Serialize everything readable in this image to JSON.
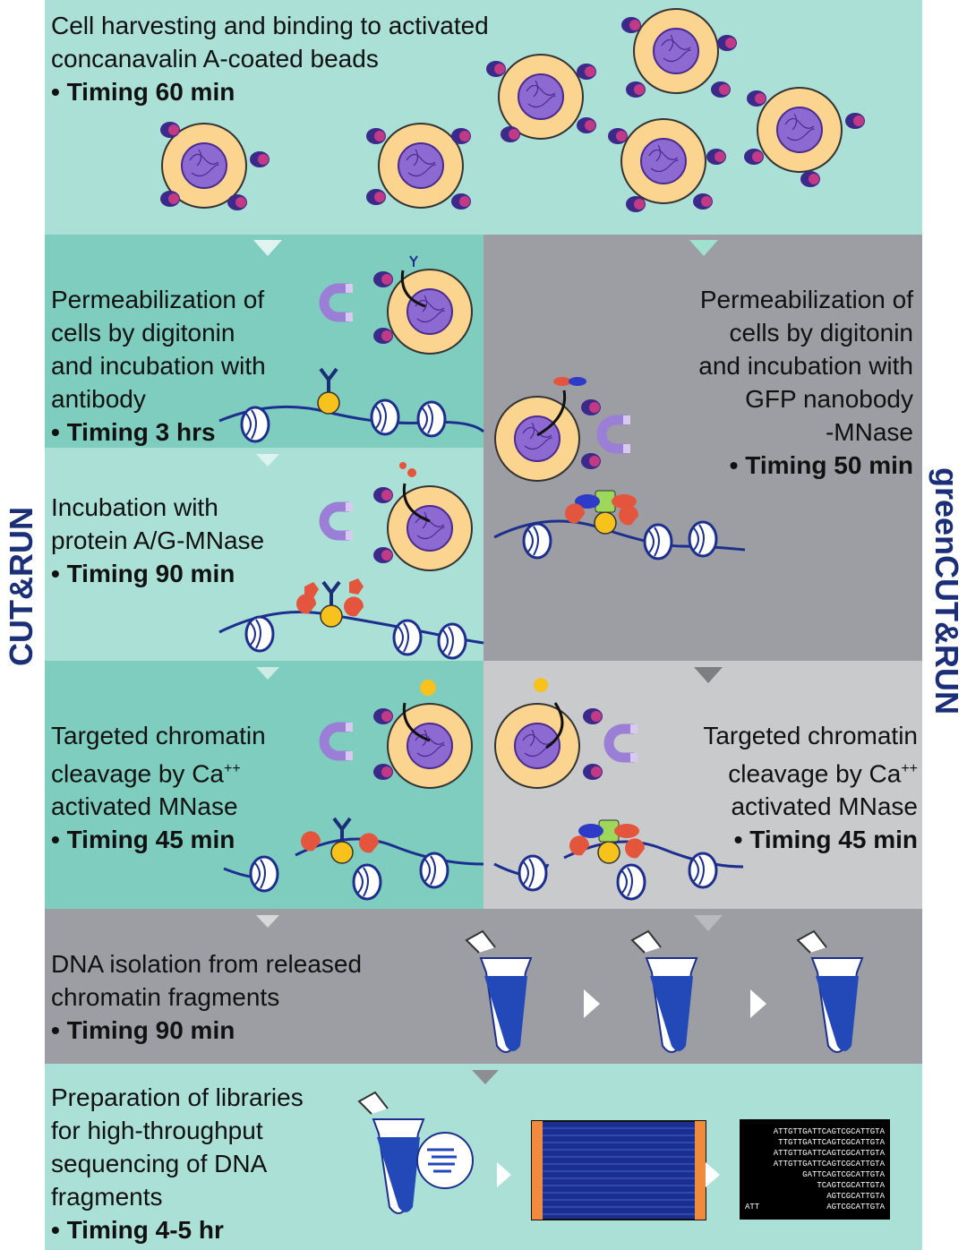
{
  "panels": {
    "step1": {
      "lines": [
        "Cell harvesting and binding to activated",
        "concanavalin A-coated beads"
      ],
      "timing": "• Timing 60 min"
    },
    "cr_step2": {
      "lines": [
        "Permeabilization of",
        "cells by digitonin",
        "and incubation with",
        "antibody"
      ],
      "timing": "• Timing 3 hrs"
    },
    "cr_step3": {
      "lines": [
        "Incubation with",
        "protein A/G-MNase"
      ],
      "timing": "• Timing 90 min"
    },
    "cr_step4": {
      "lines": [
        "Targeted chromatin",
        "cleavage by Ca",
        "activated MNase"
      ],
      "sup": "++",
      "timing": "• Timing 45 min"
    },
    "gcr_step2": {
      "lines": [
        "Permeabilization of",
        "cells by digitonin",
        "and incubation with",
        "GFP nanobody",
        "-MNase"
      ],
      "timing": "• Timing 50 min"
    },
    "gcr_step3": {
      "lines": [
        "Targeted chromatin",
        "cleavage by Ca",
        "activated MNase"
      ],
      "sup": "++",
      "timing": "• Timing 45 min"
    },
    "step5": {
      "lines": [
        "DNA isolation from released",
        "chromatin fragments"
      ],
      "timing": "• Timing 90 min"
    },
    "step6": {
      "lines": [
        "Preparation of libraries",
        "for high-throughput",
        "sequencing of DNA",
        "fragments"
      ],
      "timing": "• Timing 4-5 hr"
    }
  },
  "side_labels": {
    "left": "CUT&RUN",
    "right": "greenCUT&RUN"
  },
  "sequences": [
    "ATTGTTGATTCAGTCGCATTGTA",
    "TTGTTGATTCAGTCGCATTGTA",
    "ATTGTTGATTCAGTCGCATTGTA",
    "ATTGTTGATTCAGTCGCATTGTA",
    "GATTCAGTCGCATTGTA",
    "TCAGTCGCATTGTA",
    "AGTCGCATTGTA"
  ],
  "last_sequence": {
    "left": "ATT",
    "right": "AGTCGCATTGTA"
  },
  "colors": {
    "mint": "#abe0d6",
    "teal": "#7fcdbf",
    "gray_dark": "#9d9ea3",
    "gray_light": "#c9cacc",
    "cytoplasm": "#fbd58f",
    "nucleus": "#8d6ad1",
    "dna": "#1c2f8e",
    "navy": "#1b2f78"
  },
  "icons": [
    "cell-icon",
    "magnet-icon",
    "nucleosome-icon",
    "antibody-icon",
    "mnase-icon",
    "tube-icon",
    "flowcell-icon"
  ]
}
